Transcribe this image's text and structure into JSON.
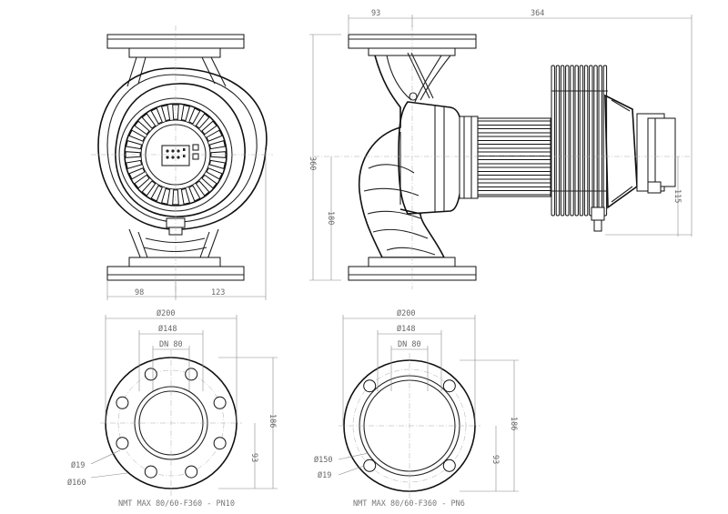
{
  "side_view": {
    "dim_inlet_offset": "93",
    "dim_motor_length": "364",
    "dim_total_height": "360",
    "dim_axis_height": "180",
    "dim_motor_axis": "115"
  },
  "front_view": {
    "dim_left": "98",
    "dim_right": "123"
  },
  "flange_pn10": {
    "dim_outer": "Ø200",
    "dim_bolt_circle": "Ø148",
    "dim_nominal": "DN 80",
    "dim_height": "186",
    "dim_half": "93",
    "dim_hole": "Ø19",
    "dim_pitch": "Ø160",
    "caption": "NMT MAX 80/60-F360 - PN10"
  },
  "flange_pn6": {
    "dim_outer": "Ø200",
    "dim_bolt_circle": "Ø148",
    "dim_nominal": "DN 80",
    "dim_height": "186",
    "dim_half": "93",
    "dim_pitch": "Ø150",
    "dim_hole": "Ø19",
    "caption": "NMT MAX 80/60-F360 - PN6"
  }
}
